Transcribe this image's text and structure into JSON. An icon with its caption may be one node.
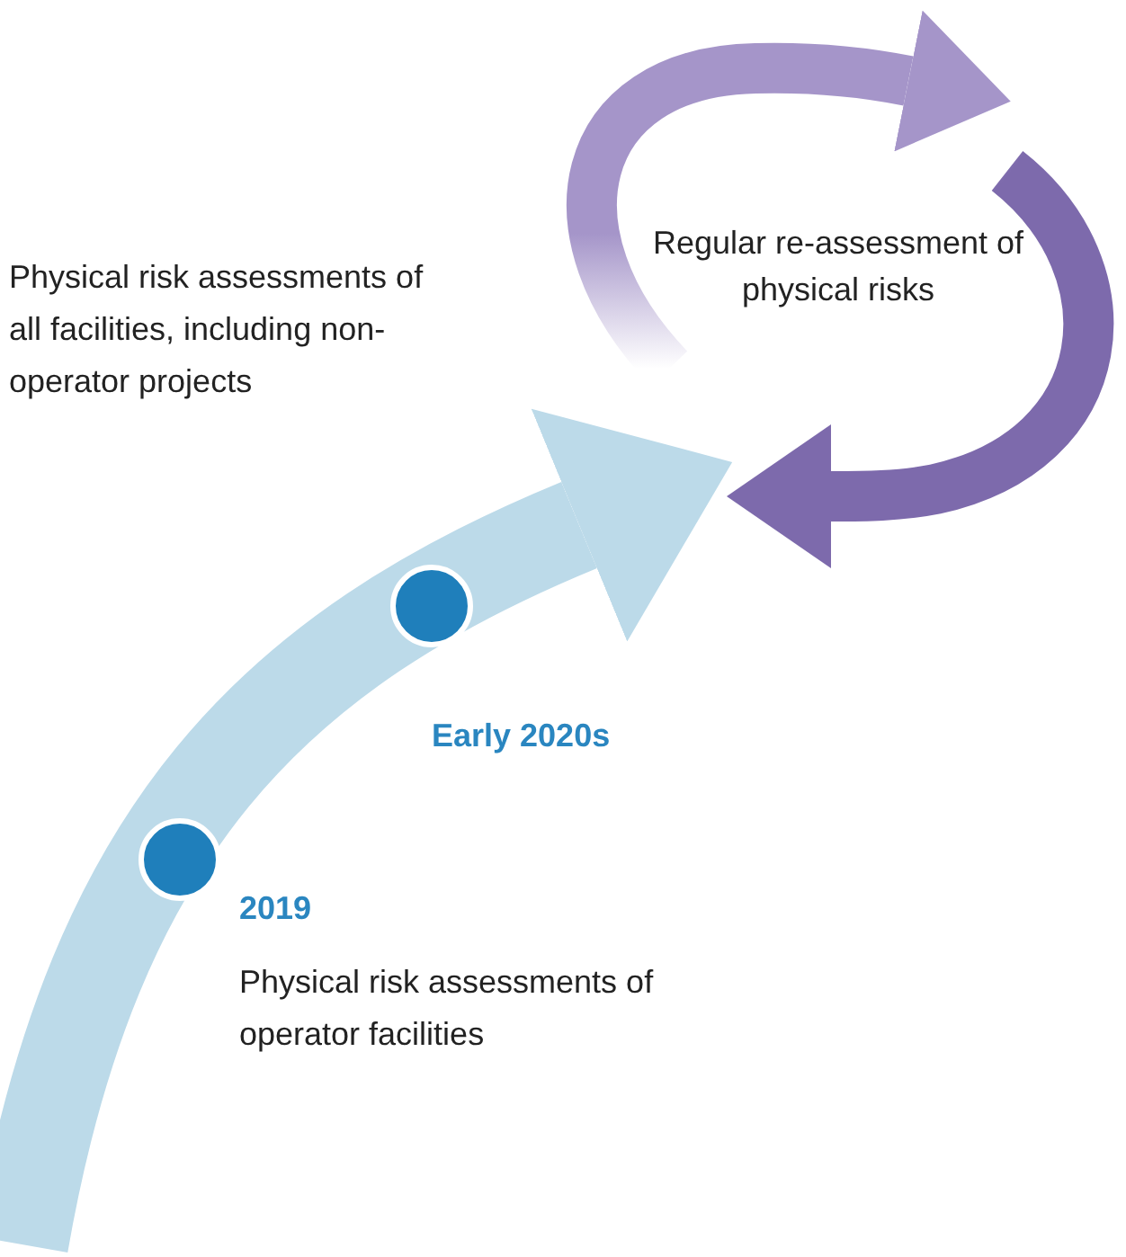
{
  "diagram": {
    "nodes": [
      {
        "text": [],
        "shape": "circle",
        "beside": [
          "2019",
          "Physical risk assessments of operator facilities"
        ]
      },
      {
        "text": [],
        "shape": "circle",
        "beside": [
          "Early 2020s"
        ]
      },
      {
        "text": [
          "Regular re-assessment of physical risks"
        ]
      }
    ],
    "edges": [
      {
        "from": null,
        "to": 2,
        "arrow": "to",
        "color": "#bcdae9"
      }
    ],
    "labels": [
      "Physical risk assessments of all facilities, including non-operator projects"
    ]
  }
}
